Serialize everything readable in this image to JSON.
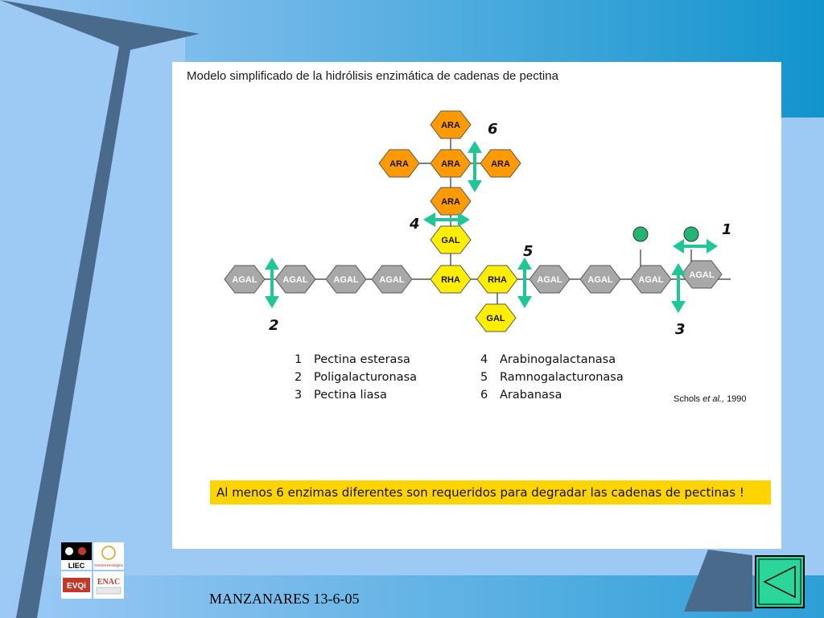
{
  "slide": {
    "footer_text": "MANZANARES 13-6-05",
    "logos": {
      "logo1_text": "LIEC",
      "logo2_text": "Central Enológica",
      "logo3_text": "EVQi",
      "logo4_text": "ENAC"
    },
    "nav_back_icon": "back-triangle-icon"
  },
  "diagram": {
    "title": "Modelo simplificado de la hidrólisis enzimática de cadenas de pectina",
    "nodes": {
      "ara_top": "ARA",
      "ara_left": "ARA",
      "ara_center": "ARA",
      "ara_right": "ARA",
      "ara_lower": "ARA",
      "gal_upper": "GAL",
      "rha_1": "RHA",
      "rha_2": "RHA",
      "gal_lower": "GAL",
      "agal_1": "AGAL",
      "agal_2": "AGAL",
      "agal_3": "AGAL",
      "agal_4": "AGAL",
      "agal_5": "AGAL",
      "agal_6": "AGAL",
      "agal_7": "AGAL",
      "agal_8": "AGAL"
    },
    "site_labels": {
      "s1": "1",
      "s2": "2",
      "s3": "3",
      "s4": "4",
      "s5": "5",
      "s6": "6"
    },
    "legend": [
      {
        "num": "1",
        "name": "Pectina esterasa"
      },
      {
        "num": "2",
        "name": "Poligalacturonasa"
      },
      {
        "num": "3",
        "name": "Pectina liasa"
      },
      {
        "num": "4",
        "name": "Arabinogalactanasa"
      },
      {
        "num": "5",
        "name": "Ramnogalacturonasa"
      },
      {
        "num": "6",
        "name": "Arabanasa"
      }
    ],
    "citation": {
      "author": "Schols",
      "etal": "et al.,",
      "year": "1990"
    },
    "banner": "Al menos 6 enzimas diferentes son requeridos para degradar las cadenas de pectinas !",
    "colors": {
      "ara": "#ff9a00",
      "gal_rha": "#ffee00",
      "agal": "#a8a8a8",
      "arrow": "#1fc796",
      "methyl": "#22b573"
    }
  }
}
